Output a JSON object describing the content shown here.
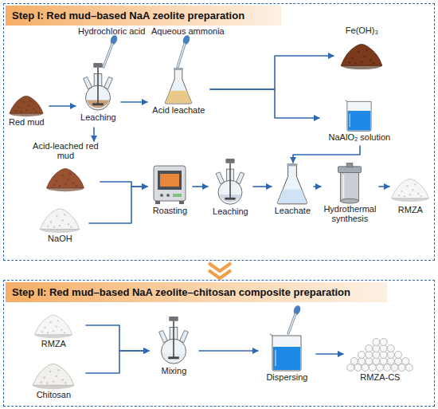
{
  "diagram": {
    "nodes": [
      {
        "text": [
          "Step I: Red mud–based NaA zeolite preparation"
        ]
      },
      {
        "text": [
          "Red mud"
        ],
        "in": 0
      },
      {
        "text": [
          "Leaching"
        ],
        "in": 0
      },
      {
        "text": [
          "Acid leachate"
        ],
        "in": 0
      },
      {
        "text": [
          "Fe(OH)₃"
        ],
        "in": 0
      },
      {
        "text": [
          "NaAlO₂ solution"
        ],
        "in": 0
      },
      {
        "text": [
          "Acid-leached red mud"
        ],
        "in": 0
      },
      {
        "text": [
          "NaOH"
        ],
        "in": 0
      },
      {
        "text": [
          "Roasting"
        ],
        "in": 0
      },
      {
        "text": [
          "Leaching"
        ],
        "in": 0
      },
      {
        "text": [
          "Leachate"
        ],
        "in": 0
      },
      {
        "text": [
          "Hydrothermal synthesis"
        ],
        "in": 0
      },
      {
        "text": [
          "RMZA"
        ],
        "in": 0
      },
      {
        "text": [
          "Step II: Red mud–based NaA zeolite–chitosan composite preparation"
        ]
      },
      {
        "text": [
          "RMZA"
        ],
        "in": 13
      },
      {
        "text": [
          "Chitosan"
        ],
        "in": 13
      },
      {
        "text": [
          "Mixing"
        ],
        "in": 13
      },
      {
        "text": [
          "Dispersing"
        ],
        "in": 13
      },
      {
        "text": [
          "RMZA-CS"
        ],
        "in": 13
      }
    ],
    "edges": [
      {
        "from": 1,
        "to": 2,
        "arrow": "to"
      },
      {
        "from": 2,
        "to": 3,
        "arrow": "to"
      },
      {
        "from": 2,
        "to": 6,
        "arrow": "to"
      },
      {
        "from": 3,
        "to": 4,
        "arrow": "to"
      },
      {
        "from": 3,
        "to": 5,
        "arrow": "to"
      },
      {
        "from": 6,
        "to": 8,
        "arrow": "to"
      },
      {
        "from": 7,
        "to": 8,
        "arrow": "to"
      },
      {
        "from": 8,
        "to": 9,
        "arrow": "to"
      },
      {
        "from": 9,
        "to": 10,
        "arrow": "to"
      },
      {
        "from": 5,
        "to": 10,
        "arrow": "to"
      },
      {
        "from": 10,
        "to": 11,
        "arrow": "to"
      },
      {
        "from": 11,
        "to": 12,
        "arrow": "to"
      },
      {
        "from": 14,
        "to": 16,
        "arrow": "to"
      },
      {
        "from": 15,
        "to": 16,
        "arrow": "to"
      },
      {
        "from": 16,
        "to": 17,
        "arrow": "to"
      },
      {
        "from": 17,
        "to": 18,
        "arrow": "to"
      }
    ],
    "labels": [
      "Hydrochloric acid",
      "Aqueous ammonia"
    ]
  }
}
